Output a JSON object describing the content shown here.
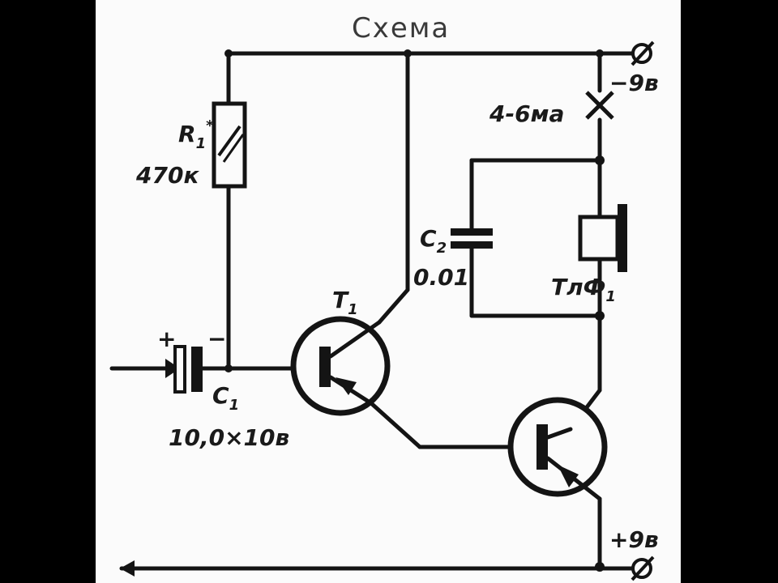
{
  "title": "Схема",
  "resistor": {
    "ref": "R",
    "sub": "1",
    "mark": "*",
    "value": "470к"
  },
  "capacitor_c1": {
    "ref": "C",
    "sub": "1",
    "value": "10,0×10в",
    "plus": "+",
    "minus": "−"
  },
  "capacitor_c2": {
    "ref": "C",
    "sub": "2",
    "value": "0.01"
  },
  "transistor_t1": {
    "ref": "T",
    "sub": "1"
  },
  "headphone": {
    "ref": "ТлФ",
    "sub": "1"
  },
  "supply_negative": "−9в",
  "supply_positive": "+9в",
  "current": "4-6ма",
  "colors": {
    "ink": "#141414",
    "paper": "#fbfbfb",
    "background": "#000000"
  }
}
